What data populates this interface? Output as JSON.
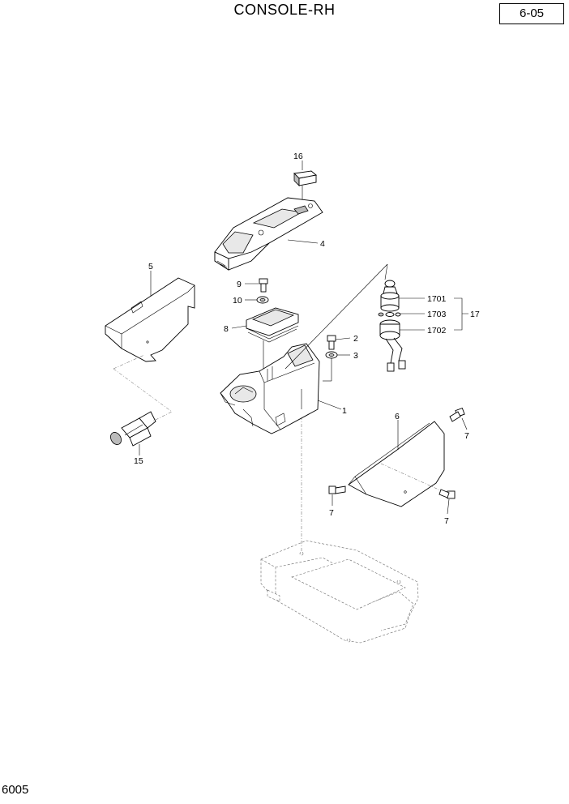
{
  "header": {
    "title": "CONSOLE-RH",
    "page_ref": "6-05"
  },
  "footer": {
    "code": "6005"
  },
  "callouts": {
    "p1": "1",
    "p2": "2",
    "p3": "3",
    "p4": "4",
    "p5": "5",
    "p6": "6",
    "p7a": "7",
    "p7b": "7",
    "p7c": "7",
    "p8": "8",
    "p9": "9",
    "p10": "10",
    "p15": "15",
    "p16": "16",
    "p17": "17",
    "p1701": "1701",
    "p1702": "1702",
    "p1703": "1703"
  }
}
